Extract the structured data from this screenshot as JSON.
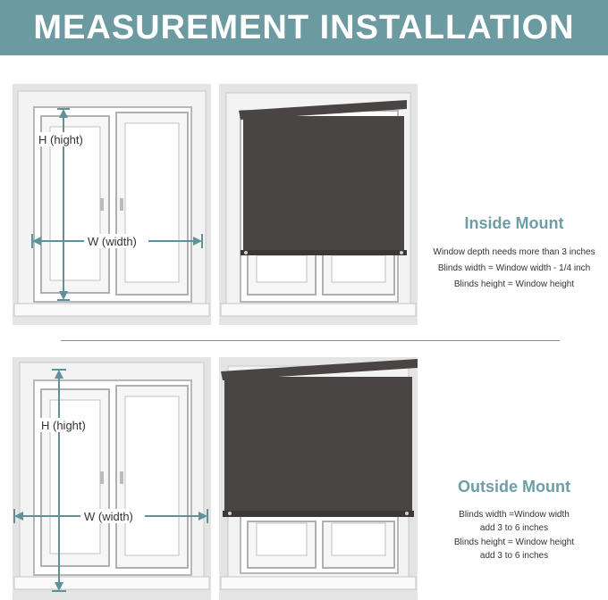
{
  "banner": {
    "title": "MEASUREMENT INSTALLATION"
  },
  "inside": {
    "heading": "Inside Mount",
    "lines": [
      "Window depth needs more than 3 inches",
      "Blinds width = Window width - 1/4 inch",
      "Blinds height = Window height"
    ],
    "h_label": "H  (hight)",
    "w_label": "W  (width)"
  },
  "outside": {
    "heading": "Outside Mount",
    "lines": [
      "Blinds width =Window width",
      "add 3 to 6 inches",
      "Blinds height = Window height",
      "add 3 to 6 inches"
    ],
    "h_label": "H  (hight)",
    "w_label": "W  (width)"
  },
  "colors": {
    "banner": "#6c9aa1",
    "accent_text": "#6b9ea6",
    "measure_arrow": "#5e9199",
    "shade_fabric": "#4a4545"
  }
}
